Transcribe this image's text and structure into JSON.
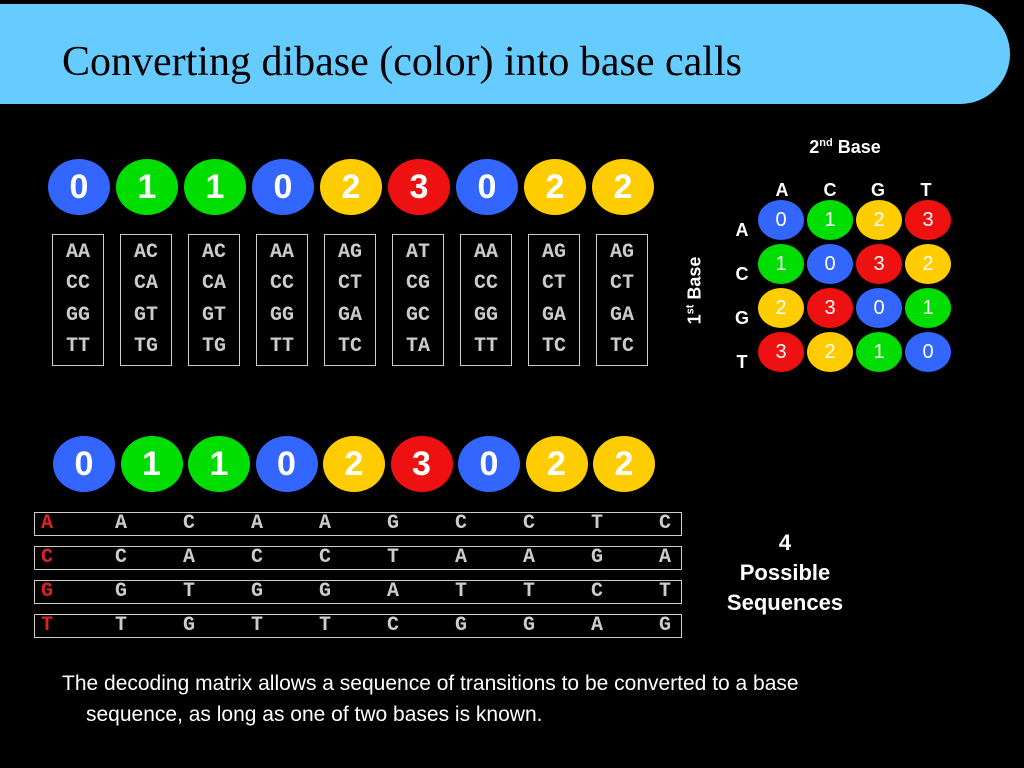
{
  "title": "Converting dibase (color) into base calls",
  "colors": {
    "0": "#3366ff",
    "1": "#00dd00",
    "2": "#ffcc00",
    "3": "#ee1111",
    "title_bg": "#66ccff",
    "first_base": "#dd2222"
  },
  "top_colors": [
    "0",
    "1",
    "1",
    "0",
    "2",
    "3",
    "0",
    "2",
    "2"
  ],
  "pair_columns": [
    [
      "AA",
      "CC",
      "GG",
      "TT"
    ],
    [
      "AC",
      "CA",
      "GT",
      "TG"
    ],
    [
      "AC",
      "CA",
      "GT",
      "TG"
    ],
    [
      "AA",
      "CC",
      "GG",
      "TT"
    ],
    [
      "AG",
      "CT",
      "GA",
      "TC"
    ],
    [
      "AT",
      "CG",
      "GC",
      "TA"
    ],
    [
      "AA",
      "CC",
      "GG",
      "TT"
    ],
    [
      "AG",
      "CT",
      "GA",
      "TC"
    ],
    [
      "AG",
      "CT",
      "GA",
      "TC"
    ]
  ],
  "matrix": {
    "second_base_label": "Base",
    "second_base_ord": "2",
    "second_base_sup": "nd",
    "first_base_label": "Base",
    "first_base_ord": "1",
    "first_base_sup": "st",
    "col_headers": [
      "A",
      "C",
      "G",
      "T"
    ],
    "row_headers": [
      "A",
      "C",
      "G",
      "T"
    ],
    "values": [
      [
        "0",
        "1",
        "2",
        "3"
      ],
      [
        "1",
        "0",
        "3",
        "2"
      ],
      [
        "2",
        "3",
        "0",
        "1"
      ],
      [
        "3",
        "2",
        "1",
        "0"
      ]
    ]
  },
  "bottom_colors": [
    "0",
    "1",
    "1",
    "0",
    "2",
    "3",
    "0",
    "2",
    "2"
  ],
  "sequences": [
    [
      "A",
      "A",
      "C",
      "A",
      "A",
      "G",
      "C",
      "C",
      "T",
      "C"
    ],
    [
      "C",
      "C",
      "A",
      "C",
      "C",
      "T",
      "A",
      "A",
      "G",
      "A"
    ],
    [
      "G",
      "G",
      "T",
      "G",
      "G",
      "A",
      "T",
      "T",
      "C",
      "T"
    ],
    [
      "T",
      "T",
      "G",
      "T",
      "T",
      "C",
      "G",
      "G",
      "A",
      "G"
    ]
  ],
  "possible_note": [
    "4",
    "Possible",
    "Sequences"
  ],
  "caption_line1": "The decoding matrix allows a sequence of transitions to be converted to a base",
  "caption_line2": "sequence, as long as one of two bases is known."
}
